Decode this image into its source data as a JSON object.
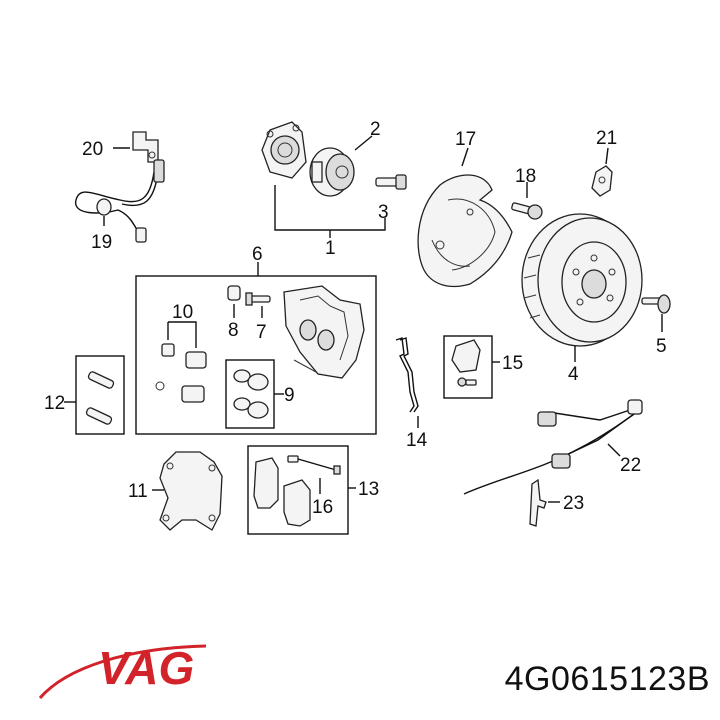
{
  "brand": {
    "name": "VAG",
    "color": "#d2232a"
  },
  "part_number": "4G0615123B",
  "callouts": {
    "c1": "1",
    "c2": "2",
    "c3": "3",
    "c4": "4",
    "c5": "5",
    "c6": "6",
    "c7": "7",
    "c8": "8",
    "c9": "9",
    "c10": "10",
    "c11": "11",
    "c12": "12",
    "c13": "13",
    "c14": "14",
    "c15": "15",
    "c16": "16",
    "c17": "17",
    "c18": "18",
    "c19": "19",
    "c20": "20",
    "c21": "21",
    "c22": "22",
    "c23": "23"
  }
}
